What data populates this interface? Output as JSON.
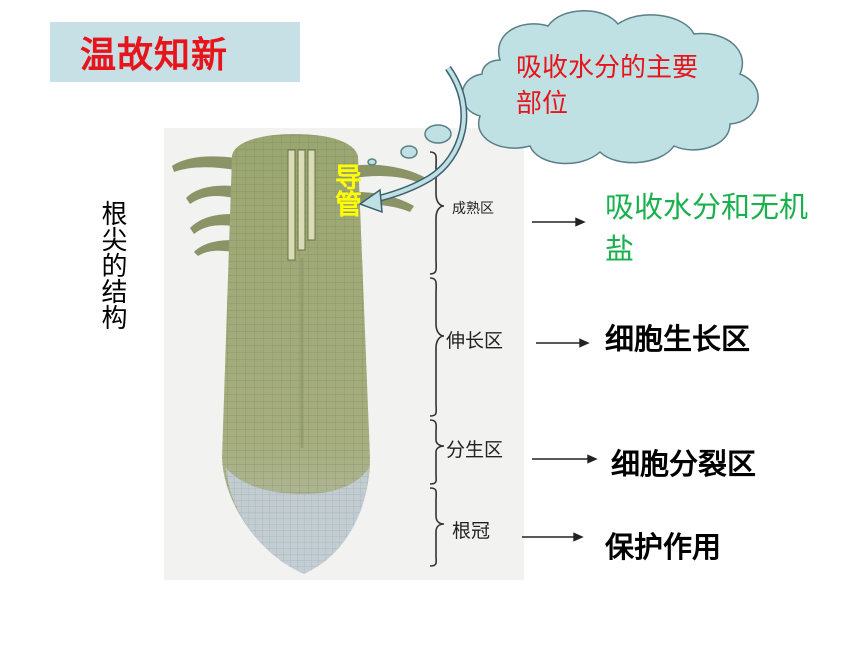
{
  "title": "温故知新",
  "vertical_label": "根尖的结构",
  "callout": {
    "text": "吸收水分的主要部位",
    "fill": "#bfe1e4",
    "text_color": "#e8141b"
  },
  "xylem_label": "导管",
  "zones": [
    {
      "label": "成熟区",
      "description": "吸收水分和无机盐"
    },
    {
      "label": "伸长区",
      "description": "细胞生长区"
    },
    {
      "label": "分生区",
      "description": "细胞分裂区"
    },
    {
      "label": "根冠",
      "description": "保护作用"
    }
  ],
  "colors": {
    "title": "#e8141b",
    "title_bg": "#c6e0e6",
    "green_text": "#1ab04e",
    "xylem_text": "#ffff00"
  }
}
